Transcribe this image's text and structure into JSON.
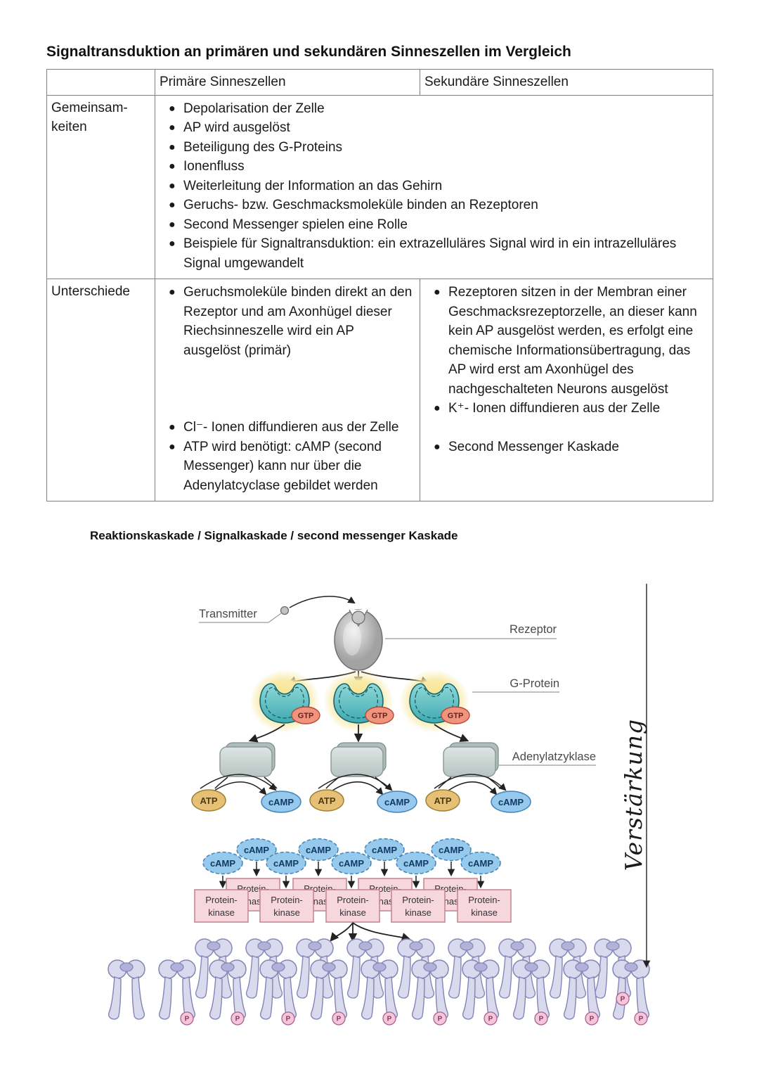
{
  "title": "Signaltransduktion an primären und sekundären Sinneszellen im Vergleich",
  "table": {
    "header": [
      "",
      "Primäre Sinneszellen",
      "Sekundäre Sinneszellen"
    ],
    "gemeinsamkeiten": {
      "label": "Gemeinsam-keiten",
      "bullets": [
        "Depolarisation der Zelle",
        "AP wird ausgelöst",
        "Beteiligung des G-Proteins",
        "Ionenfluss",
        "Weiterleitung der Information an das Gehirn",
        "Geruchs- bzw. Geschmacksmoleküle binden an Rezeptoren",
        "Second Messenger spielen eine Rolle",
        "Beispiele für Signaltransduktion: ein extrazelluläres Signal wird in ein intrazelluläres Signal umgewandelt"
      ]
    },
    "unterschiede": {
      "label": "Unterschiede",
      "primaer": [
        "Geruchsmoleküle binden direkt an den Rezeptor und am Axonhügel dieser Riechsinneszelle wird ein AP ausgelöst (primär)",
        "Cl⁻- Ionen diffundieren aus der Zelle",
        "ATP wird benötigt: cAMP (second Messenger) kann nur über die Adenylatcyclase gebildet werden"
      ],
      "sekundaer": [
        "Rezeptoren sitzen in der Membran einer Geschmacksrezeptorzelle, an dieser kann kein AP ausgelöst werden, es erfolgt eine chemische Informationsübertragung, das AP wird erst am Axonhügel des nachgeschalteten Neurons ausgelöst",
        "K⁺- Ionen diffundieren aus der Zelle",
        "Second Messenger Kaskade"
      ]
    }
  },
  "diagram": {
    "caption": "Reaktionskaskade / Signalkaskade / second messenger Kaskade",
    "labels": {
      "transmitter": "Transmitter",
      "rezeptor": "Rezeptor",
      "g_protein": "G-Protein",
      "adenylatzyklase": "Adenylatzyklase"
    },
    "gtp": "GTP",
    "atp": "ATP",
    "camp": "cAMP",
    "protein_kinase": {
      "line1": "Protein-",
      "line2": "kinase"
    },
    "p_badge": "P",
    "annotation": "Verstärkung",
    "colors": {
      "g_protein_teal": "#53b9bf",
      "glow_yellow": "#f7e389",
      "gtp": "#f2937d",
      "atp": "#e6c175",
      "camp": "#96c9ec",
      "kinase_box": "#f6d7dd",
      "cyclase_box": "#cfd9d6",
      "receptor_gray": "#c0c0c0",
      "membrane": "#d9d9ee"
    }
  }
}
